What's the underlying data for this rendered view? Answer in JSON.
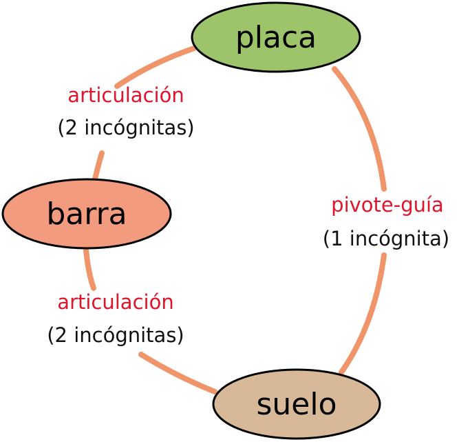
{
  "colors": {
    "edge": "#f0946a",
    "placa_fill": "#9dc46b",
    "barra_fill": "#f39b7f",
    "suelo_fill": "#d7b999",
    "title_red": "#e0142c"
  },
  "nodes": {
    "placa": {
      "label": "placa"
    },
    "barra": {
      "label": "barra"
    },
    "suelo": {
      "label": "suelo"
    }
  },
  "edges": {
    "placa_barra": {
      "title": "articulación",
      "unknowns": "(2 incógnitas)"
    },
    "barra_suelo": {
      "title": "articulación",
      "unknowns": "(2 incógnitas)"
    },
    "placa_suelo": {
      "title": "pivote-guía",
      "unknowns": "(1 incógnita)"
    }
  }
}
